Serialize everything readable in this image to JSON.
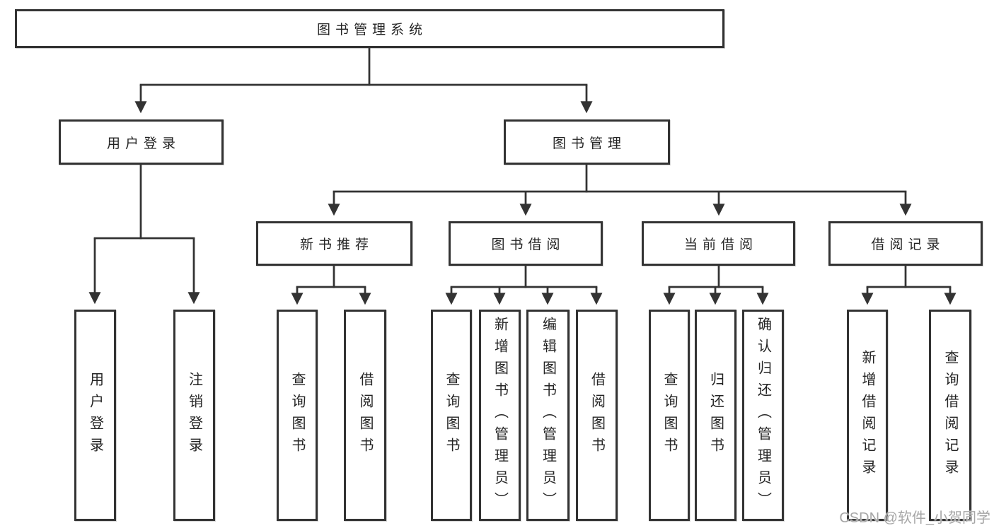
{
  "diagram": {
    "root": {
      "label": "图书管理系统"
    },
    "branches": [
      {
        "label": "用户登录",
        "leaves": [
          "用户登录",
          "注销登录"
        ]
      },
      {
        "label": "图书管理",
        "children": [
          {
            "label": "新书推荐",
            "leaves": [
              "查询图书",
              "借阅图书"
            ]
          },
          {
            "label": "图书借阅",
            "leaves": [
              "查询图书",
              "新增图书（管理员）",
              "编辑图书（管理员）",
              "借阅图书"
            ]
          },
          {
            "label": "当前借阅",
            "leaves": [
              "查询图书",
              "归还图书",
              "确认归还（管理员）"
            ]
          },
          {
            "label": "借阅记录",
            "leaves": [
              "新增借阅记录",
              "查询借阅记录"
            ]
          }
        ]
      }
    ]
  },
  "watermark": {
    "text": "CSDN @软件_小贺同学"
  },
  "colors": {
    "line": "#333333",
    "box_border": "#333333",
    "text": "#242424",
    "watermark": "#a6a6a6",
    "background": "#ffffff"
  }
}
